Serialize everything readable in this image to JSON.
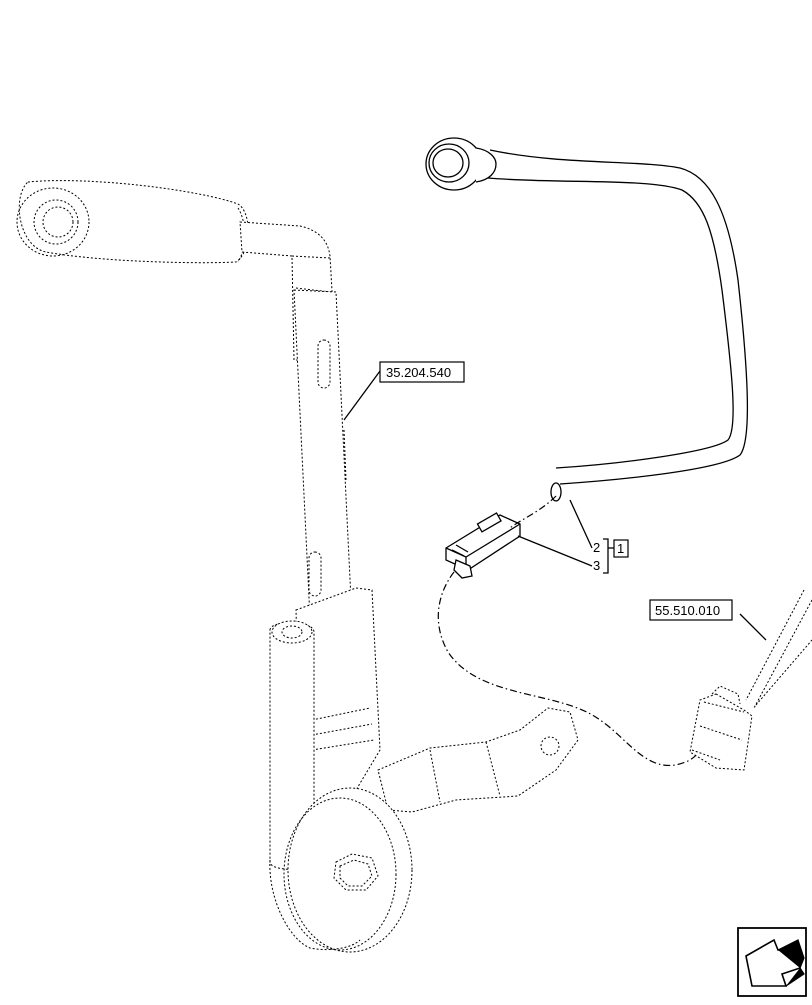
{
  "callouts": {
    "lever_ref": "35.204.540",
    "harness_ref": "55.510.010",
    "item_2": "2",
    "item_3": "3",
    "item_1": "1"
  },
  "icons": {
    "nav_arrow": "return-arrow-icon"
  }
}
